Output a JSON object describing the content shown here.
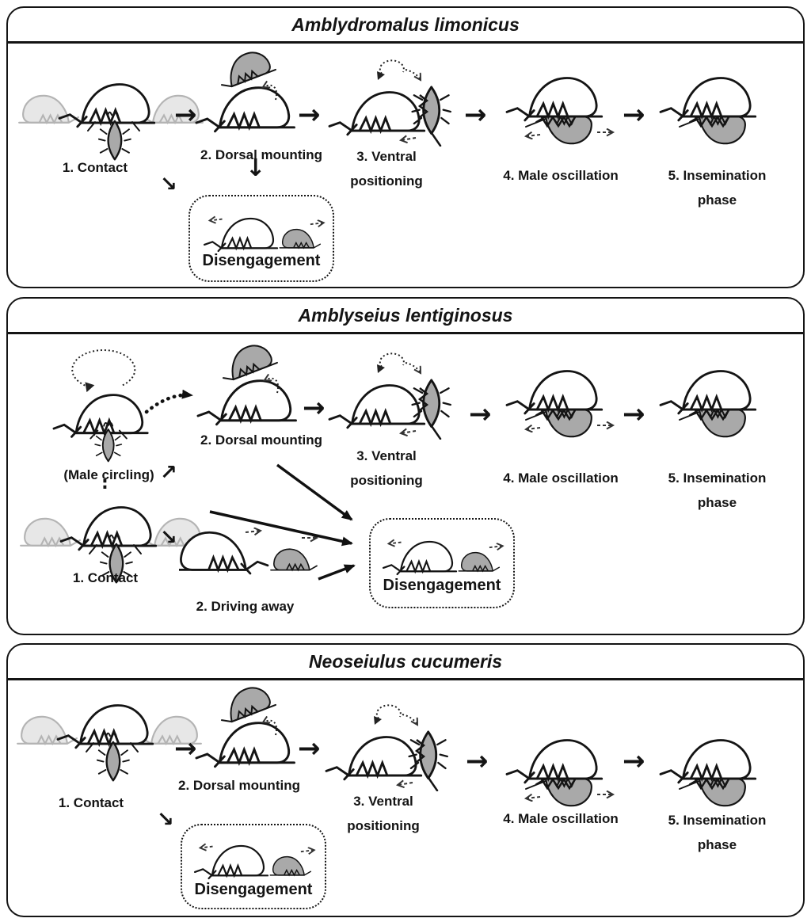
{
  "figure": {
    "colors": {
      "outline": "#141414",
      "male_fill": "#a9a9a9",
      "ghost_fill": "#e7e7e7",
      "ghost_stroke": "#b4b4b4"
    },
    "icons": {
      "arrow_right": "→",
      "arrow_down": "↓",
      "arrow_down_right": "↘",
      "arrow_up_right": "↗",
      "continuation_dots": ":"
    },
    "panels": [
      {
        "title": "Amblydromalus limonicus",
        "stages": [
          "1. Contact",
          "2. Dorsal mounting",
          "3. Ventral positioning",
          "4. Male oscillation",
          "5. Insemination phase"
        ],
        "disengagement_label": "Disengagement"
      },
      {
        "title": "Amblyseius lentiginosus",
        "male_circling_label": "(Male circling)",
        "stages": [
          "1. Contact",
          "2. Dorsal mounting",
          "3. Ventral positioning",
          "4. Male oscillation",
          "5. Insemination phase"
        ],
        "driving_away_label": "2. Driving away",
        "disengagement_label": "Disengagement"
      },
      {
        "title": "Neoseiulus cucumeris",
        "stages": [
          "1. Contact",
          "2. Dorsal mounting",
          "3. Ventral positioning",
          "4. Male oscillation",
          "5. Insemination phase"
        ],
        "disengagement_label": "Disengagement"
      }
    ]
  }
}
